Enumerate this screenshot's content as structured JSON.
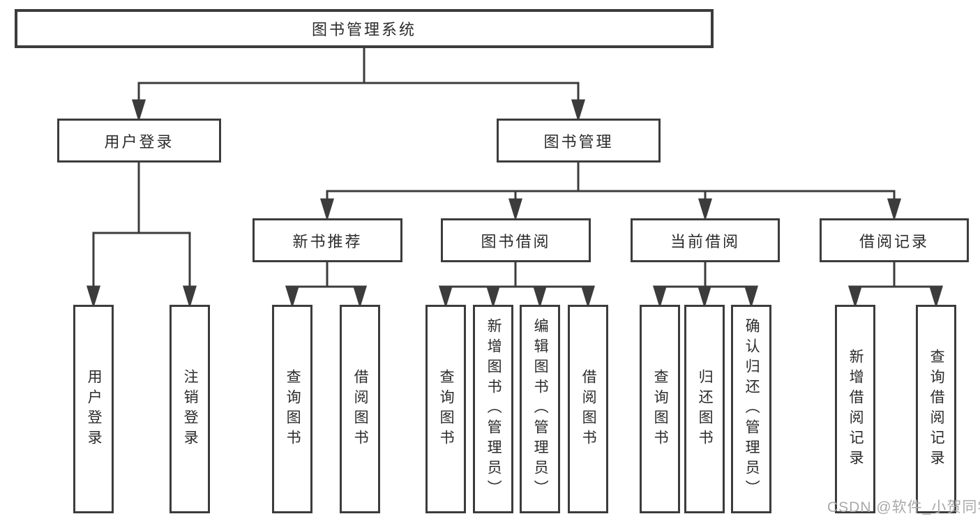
{
  "tree": {
    "label": "图书管理系统",
    "children": [
      {
        "label": "用户登录",
        "children": [
          {
            "label": "用户登录"
          },
          {
            "label": "注销登录"
          }
        ]
      },
      {
        "label": "图书管理",
        "children": [
          {
            "label": "新书推荐",
            "children": [
              {
                "label": "查询图书"
              },
              {
                "label": "借阅图书"
              }
            ]
          },
          {
            "label": "图书借阅",
            "children": [
              {
                "label": "查询图书"
              },
              {
                "label": "新增图书（管理员）"
              },
              {
                "label": "编辑图书（管理员）"
              },
              {
                "label": "借阅图书"
              }
            ]
          },
          {
            "label": "当前借阅",
            "children": [
              {
                "label": "查询图书"
              },
              {
                "label": "归还图书"
              },
              {
                "label": "确认归还（管理员）"
              }
            ]
          },
          {
            "label": "借阅记录",
            "children": [
              {
                "label": "新增借阅记录"
              },
              {
                "label": "查询借阅记录"
              }
            ]
          }
        ]
      }
    ]
  },
  "watermark": {
    "text": "CSDN @软件_小贺同学"
  },
  "colors": {
    "line": "#3c3c3c",
    "box_border": "#3c3c3c",
    "text": "#2b2b2b",
    "watermark": "#a9a9a9",
    "background": "#ffffff"
  }
}
